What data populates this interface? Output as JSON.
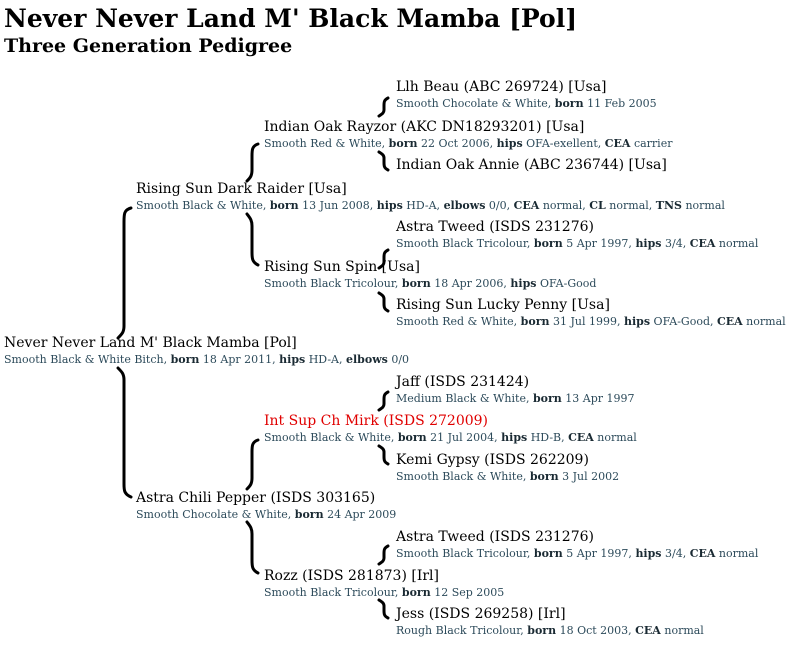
{
  "page": {
    "title": "Never Never Land M' Black Mamba [Pol]",
    "subtitle": "Three Generation Pedigree"
  },
  "pedigree": {
    "subject": {
      "name": "Never Never Land M' Black Mamba [Pol]",
      "info": [
        {
          "t": "Smooth Black & White Bitch, "
        },
        {
          "t": "born",
          "b": true
        },
        {
          "t": " 18 Apr 2011, "
        },
        {
          "t": "hips",
          "b": true
        },
        {
          "t": " HD-A, "
        },
        {
          "t": "elbows",
          "b": true
        },
        {
          "t": " 0/0"
        }
      ]
    },
    "sire": {
      "name": "Rising Sun Dark Raider [Usa]",
      "info": [
        {
          "t": "Smooth Black & White, "
        },
        {
          "t": "born",
          "b": true
        },
        {
          "t": " 13 Jun 2008, "
        },
        {
          "t": "hips",
          "b": true
        },
        {
          "t": " HD-A, "
        },
        {
          "t": "elbows",
          "b": true
        },
        {
          "t": " 0/0, "
        },
        {
          "t": "CEA",
          "b": true
        },
        {
          "t": " normal, "
        },
        {
          "t": "CL",
          "b": true
        },
        {
          "t": " normal, "
        },
        {
          "t": "TNS",
          "b": true
        },
        {
          "t": " normal"
        }
      ]
    },
    "sire_sire": {
      "name": "Indian Oak Rayzor (AKC DN18293201) [Usa]",
      "info": [
        {
          "t": "Smooth Red & White, "
        },
        {
          "t": "born",
          "b": true
        },
        {
          "t": " 22 Oct 2006, "
        },
        {
          "t": "hips",
          "b": true
        },
        {
          "t": " OFA-exellent, "
        },
        {
          "t": "CEA",
          "b": true
        },
        {
          "t": " carrier"
        }
      ]
    },
    "sire_sire_sire": {
      "name": "Llh Beau (ABC 269724) [Usa]",
      "info": [
        {
          "t": "Smooth Chocolate & White, "
        },
        {
          "t": "born",
          "b": true
        },
        {
          "t": " 11 Feb 2005"
        }
      ]
    },
    "sire_sire_dam": {
      "name": "Indian Oak Annie (ABC 236744) [Usa]",
      "info": []
    },
    "sire_dam": {
      "name": "Rising Sun Spin [Usa]",
      "info": [
        {
          "t": "Smooth Black Tricolour, "
        },
        {
          "t": "born",
          "b": true
        },
        {
          "t": " 18 Apr 2006, "
        },
        {
          "t": "hips",
          "b": true
        },
        {
          "t": " OFA-Good"
        }
      ]
    },
    "sire_dam_sire": {
      "name": "Astra Tweed (ISDS 231276)",
      "info": [
        {
          "t": "Smooth Black Tricolour, "
        },
        {
          "t": "born",
          "b": true
        },
        {
          "t": " 5 Apr 1997, "
        },
        {
          "t": "hips",
          "b": true
        },
        {
          "t": " 3/4, "
        },
        {
          "t": "CEA",
          "b": true
        },
        {
          "t": " normal"
        }
      ]
    },
    "sire_dam_dam": {
      "name": "Rising Sun Lucky Penny [Usa]",
      "info": [
        {
          "t": "Smooth Red & White, "
        },
        {
          "t": "born",
          "b": true
        },
        {
          "t": " 31 Jul 1999, "
        },
        {
          "t": "hips",
          "b": true
        },
        {
          "t": " OFA-Good, "
        },
        {
          "t": "CEA",
          "b": true
        },
        {
          "t": " normal"
        }
      ]
    },
    "dam": {
      "name": "Astra Chili Pepper (ISDS 303165)",
      "info": [
        {
          "t": "Smooth Chocolate & White, "
        },
        {
          "t": "born",
          "b": true
        },
        {
          "t": " 24 Apr 2009"
        }
      ]
    },
    "dam_sire": {
      "name": "Int Sup Ch Mirk (ISDS 272009)",
      "champion": true,
      "info": [
        {
          "t": "Smooth Black & White, "
        },
        {
          "t": "born",
          "b": true
        },
        {
          "t": " 21 Jul 2004, "
        },
        {
          "t": "hips",
          "b": true
        },
        {
          "t": " HD-B, "
        },
        {
          "t": "CEA",
          "b": true
        },
        {
          "t": " normal"
        }
      ]
    },
    "dam_sire_sire": {
      "name": "Jaff (ISDS 231424)",
      "info": [
        {
          "t": "Medium Black & White, "
        },
        {
          "t": "born",
          "b": true
        },
        {
          "t": " 13 Apr 1997"
        }
      ]
    },
    "dam_sire_dam": {
      "name": "Kemi Gypsy (ISDS 262209)",
      "info": [
        {
          "t": "Smooth Black & White, "
        },
        {
          "t": "born",
          "b": true
        },
        {
          "t": " 3 Jul 2002"
        }
      ]
    },
    "dam_dam": {
      "name": "Rozz (ISDS 281873) [Irl]",
      "info": [
        {
          "t": "Smooth Black Tricolour, "
        },
        {
          "t": "born",
          "b": true
        },
        {
          "t": " 12 Sep 2005"
        }
      ]
    },
    "dam_dam_sire": {
      "name": "Astra Tweed (ISDS 231276)",
      "info": [
        {
          "t": "Smooth Black Tricolour, "
        },
        {
          "t": "born",
          "b": true
        },
        {
          "t": " 5 Apr 1997, "
        },
        {
          "t": "hips",
          "b": true
        },
        {
          "t": " 3/4, "
        },
        {
          "t": "CEA",
          "b": true
        },
        {
          "t": " normal"
        }
      ]
    },
    "dam_dam_dam": {
      "name": "Jess (ISDS 269258) [Irl]",
      "info": [
        {
          "t": "Rough Black Tricolour, "
        },
        {
          "t": "born",
          "b": true
        },
        {
          "t": " 18 Oct 2003, "
        },
        {
          "t": "CEA",
          "b": true
        },
        {
          "t": " normal"
        }
      ]
    }
  },
  "colors": {
    "champion": "#e00000",
    "info_text": "#2c4a5a"
  }
}
